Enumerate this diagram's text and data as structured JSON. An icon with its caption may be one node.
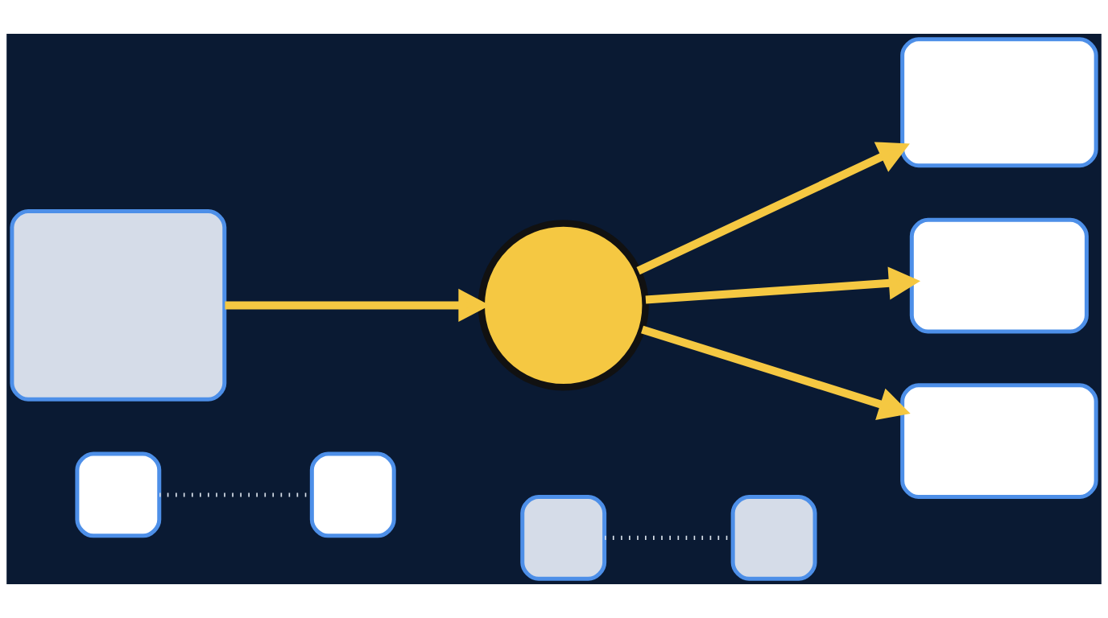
{
  "diagram": {
    "nodes": [
      {
        "text": [],
        "shape": "box"
      },
      {
        "text": [],
        "shape": "circle"
      },
      {
        "text": [],
        "shape": "box"
      },
      {
        "text": [],
        "shape": "box"
      },
      {
        "text": [],
        "shape": "box"
      },
      {
        "text": [],
        "shape": "box"
      },
      {
        "text": [],
        "shape": "box"
      },
      {
        "text": [],
        "shape": "box"
      },
      {
        "text": [],
        "shape": "box"
      }
    ],
    "edges": [
      {
        "from": 0,
        "to": 1,
        "arrow": "to"
      },
      {
        "from": 1,
        "to": 2,
        "arrow": "to"
      },
      {
        "from": 1,
        "to": 3,
        "arrow": "to"
      },
      {
        "from": 1,
        "to": 4,
        "arrow": "to"
      },
      {
        "from": 5,
        "to": 6,
        "arrow": "none",
        "style": "dashed",
        "color": "#d8e0ea"
      },
      {
        "from": 7,
        "to": 8,
        "arrow": "none",
        "style": "dashed",
        "color": "#d8e0ea"
      }
    ]
  }
}
